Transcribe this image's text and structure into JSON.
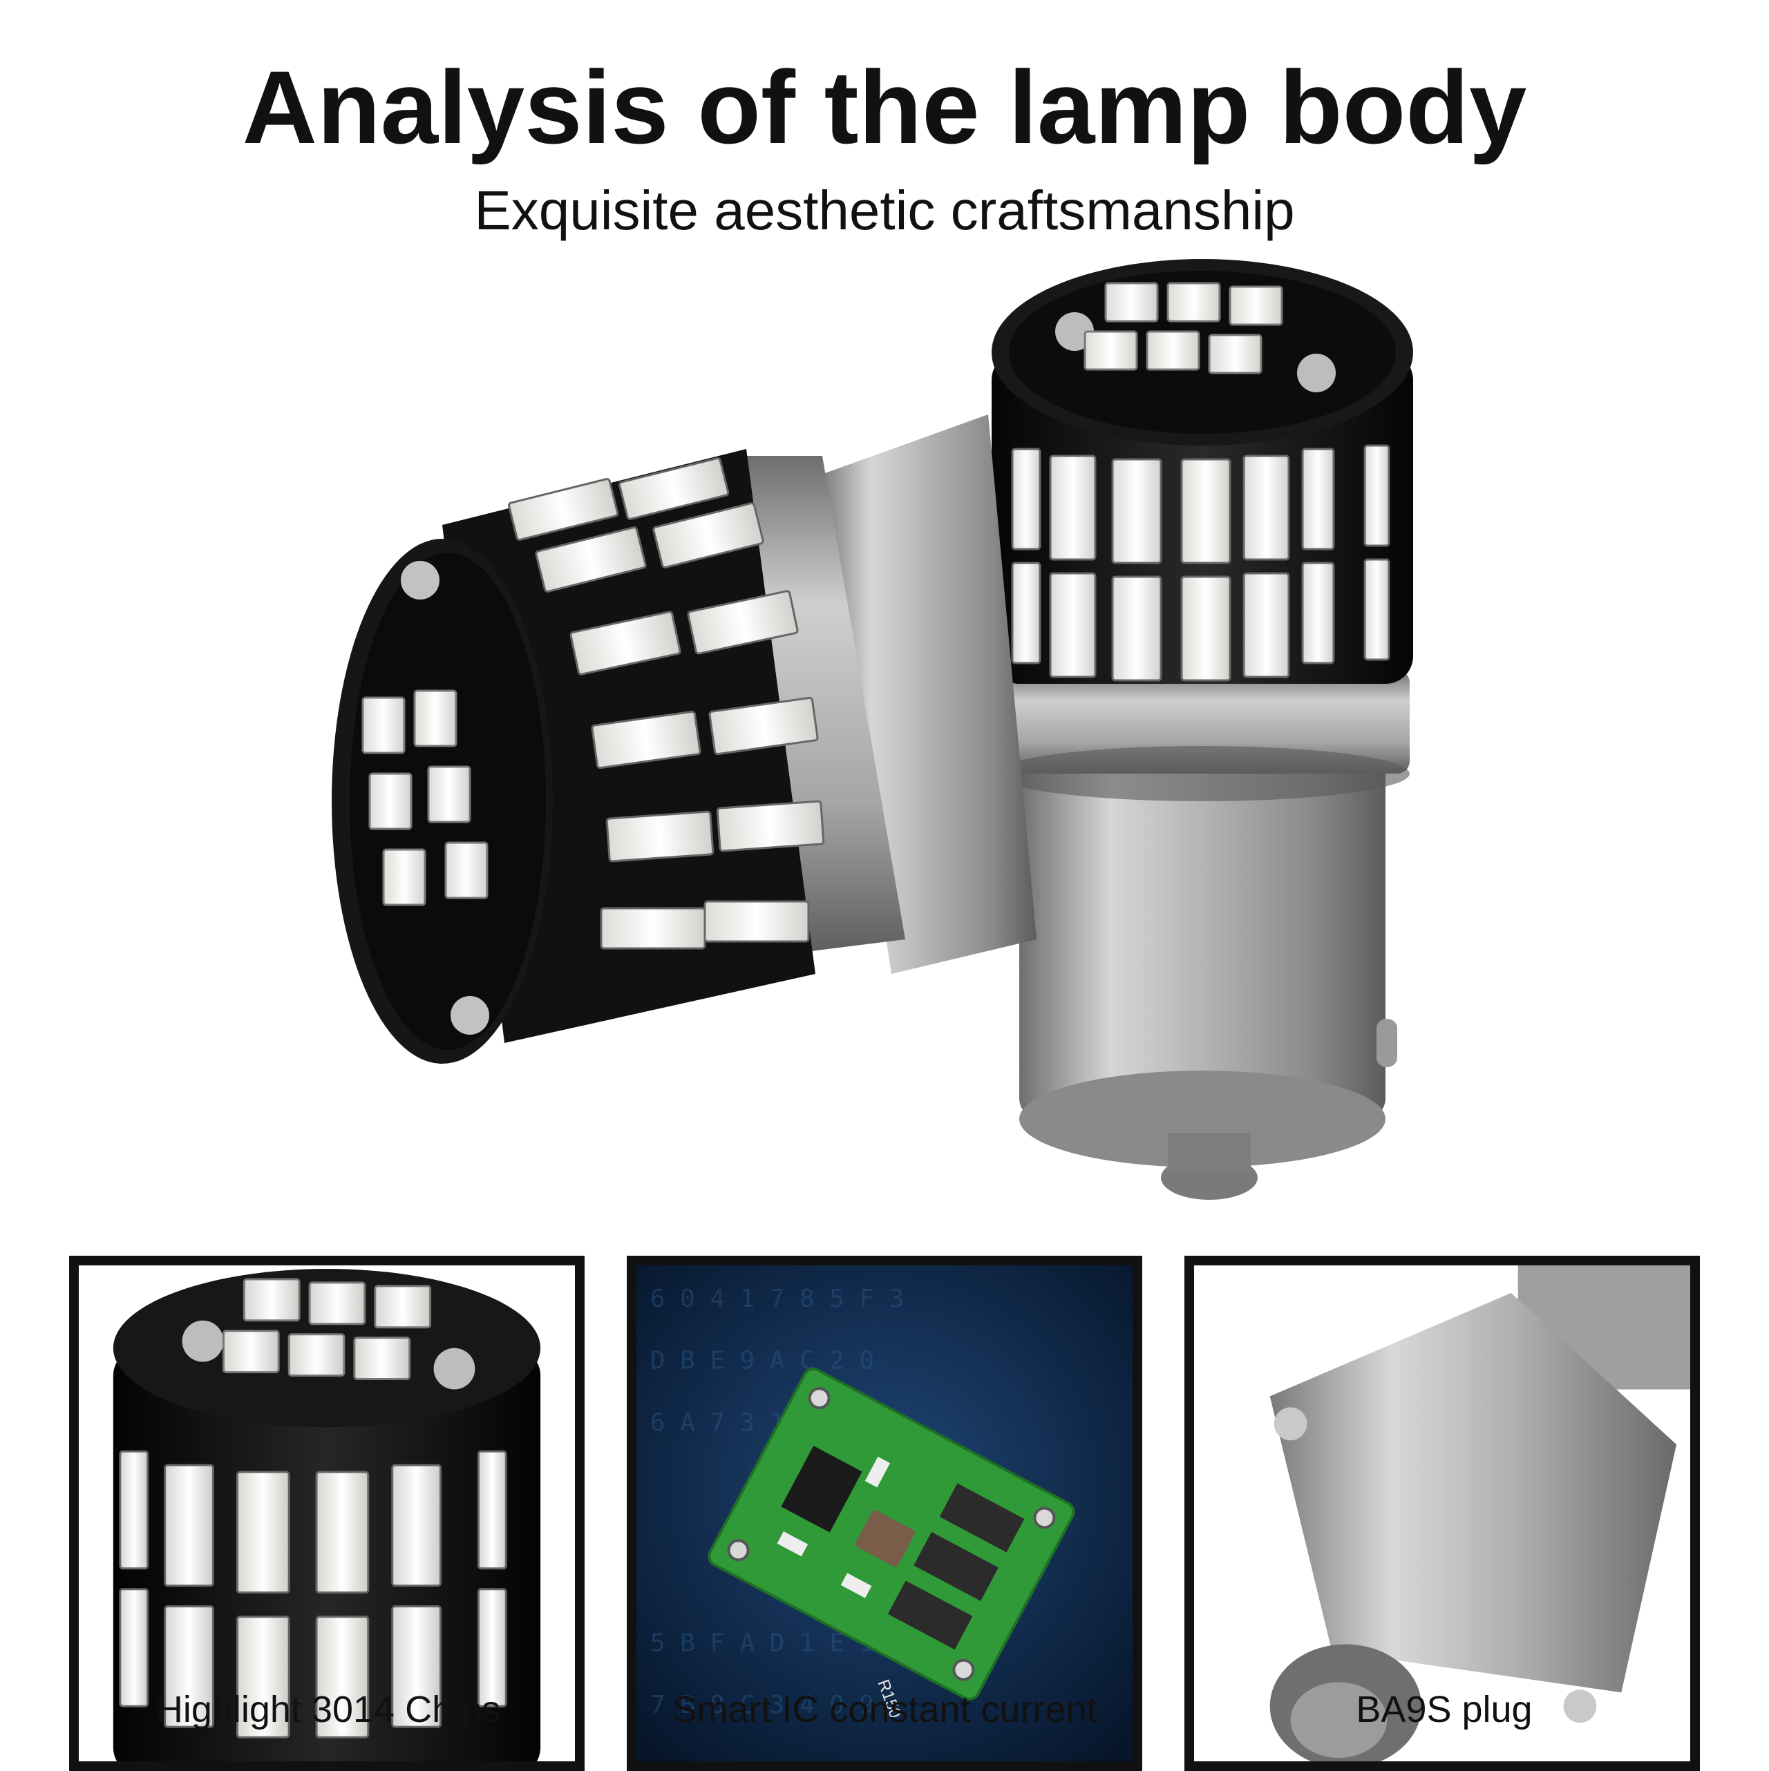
{
  "header": {
    "title": "Analysis of the lamp body",
    "subtitle": "Exquisite aesthetic craftsmanship"
  },
  "features": [
    {
      "caption": "Highlight 3014 Chips",
      "icon": "led-chips-closeup"
    },
    {
      "caption": "Smart IC constant current",
      "icon": "circuit-board",
      "board_label": "R150"
    },
    {
      "caption": "BA9S plug",
      "icon": "ba9s-base-closeup"
    }
  ],
  "colors": {
    "title": "#111111",
    "panel_border": "#111111",
    "led_white": "#f4f5f1",
    "lamp_body": "#141414",
    "metal": "#b9b9b9",
    "pcb_green": "#2f9a37"
  }
}
